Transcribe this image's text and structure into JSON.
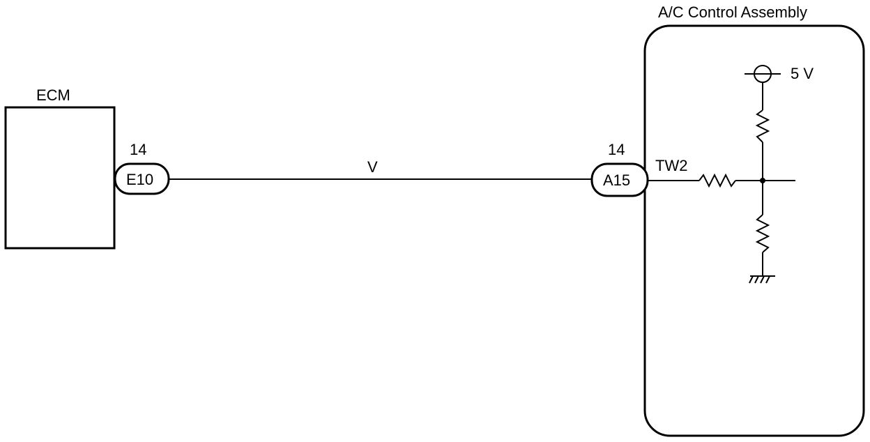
{
  "ecm": {
    "label": "ECM",
    "pin": "14",
    "connector": "E10"
  },
  "wire": {
    "color_code": "V"
  },
  "ac_control": {
    "label": "A/C Control Assembly",
    "pin": "14",
    "connector": "A15",
    "terminal": "TW2",
    "supply": "5 V"
  },
  "colors": {
    "line": "#000000",
    "background": "#ffffff"
  }
}
